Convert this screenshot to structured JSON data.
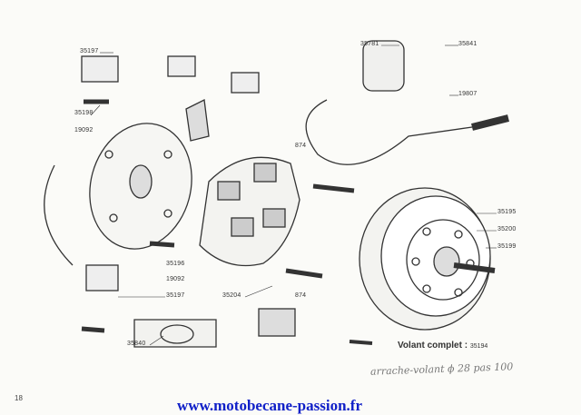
{
  "labels": {
    "l35197a": "35197",
    "l35198": "35198",
    "l19092a": "19092",
    "l35781": "35781",
    "l35841": "35841",
    "l19807": "19807",
    "l874a": "874",
    "l35195": "35195",
    "l35200": "35200",
    "l35199": "35199",
    "l35196": "35196",
    "l19092b": "19092",
    "l35197b": "35197",
    "l35204": "35204",
    "l874b": "874",
    "l35840": "35840"
  },
  "caption": {
    "text": "Volant complet :",
    "part": "35194"
  },
  "handwritten_note": "arrache-volant ϕ 28 pas 100",
  "page_number": "18",
  "website": "www.motobecane-passion.fr"
}
